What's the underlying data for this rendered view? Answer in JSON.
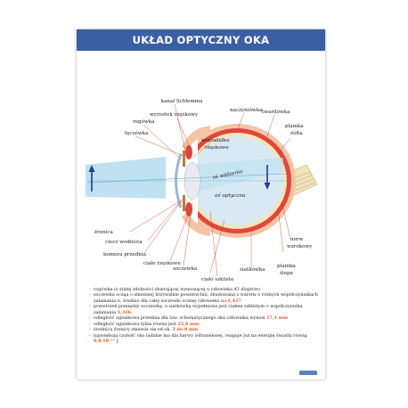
{
  "title": "UKŁAD OPTYCZNY OKA",
  "labels": {
    "kanal_schlemma": "kanał Schlemma",
    "wyrostek_rzeskowy": "wyrostek rzęskowy",
    "naczyniowka": "naczyniówka",
    "twardowka": "twardówka",
    "rogowka": "rogówka",
    "teczowka": "tęczówka",
    "plamka_zolta": [
      "plamka",
      "żółta"
    ],
    "wiezadelko": [
      "więzadełko",
      "rzęskowe"
    ],
    "os_widzenia": "oś widzenia",
    "os_optyczna": "oś optyczna",
    "zrenica": "źrenica",
    "ciecz_wodnista": "ciecz wodnista",
    "komora_przednia": "komora przednia",
    "cialo_rzeskowe": "ciało rzęskowe",
    "soczewka": "soczewka",
    "cialo_szkliste": "ciało szkliste",
    "siatkowka": "siatkówka",
    "nerw_wzrokowy": [
      "nerw",
      "wzrokowy"
    ],
    "plamka_slepa": [
      "plamka",
      "ślepa"
    ]
  },
  "facts": [
    {
      "text": "rogówka (z stałej zdolności zbierającej wynoszącej u człowieka 43 dioptrie)"
    },
    {
      "text": "soczewka ocząa o zmiennej krzywiźnie powierzchni, zbudowana z warstw o różnych współczynnikach załamania n, średnio dla całej soczewki ocznej człowieka ",
      "value": "n=1,437"
    },
    {
      "text": "przestrzeń pomiędzy soczewką, a siatkówką wypełniona jest ciałem szklistym o współczynniku załamania ",
      "value": "1,336"
    },
    {
      "text": "odległość ogniskowa przednia dla tzw. schematycznego oka człowieka wynosi ",
      "value": "17,1 mm"
    },
    {
      "text": "odległość ogniskowa tylna równa jest ",
      "value": "22,8 mm"
    },
    {
      "text": "średnica źrenicy zmienia się od ok. ",
      "value": "2 do 8 mm"
    },
    {
      "text": "największą czułość oko ludzkie ma dla barwy żółtozielonej, reaguje już na energię światła równą ",
      "value": "0,8·10⁻¹⁷ J"
    }
  ],
  "colors": {
    "title_bar": "#3b5fa4",
    "sclera_outer": "#f6c3a4",
    "choroid": "#e0463c",
    "vitreous": "#d9e9f4",
    "retina_band": "#f3e5b8",
    "light_beam": "#bfe1f1",
    "arrow": "#1f3f8f",
    "highlight": "#e8541c"
  }
}
